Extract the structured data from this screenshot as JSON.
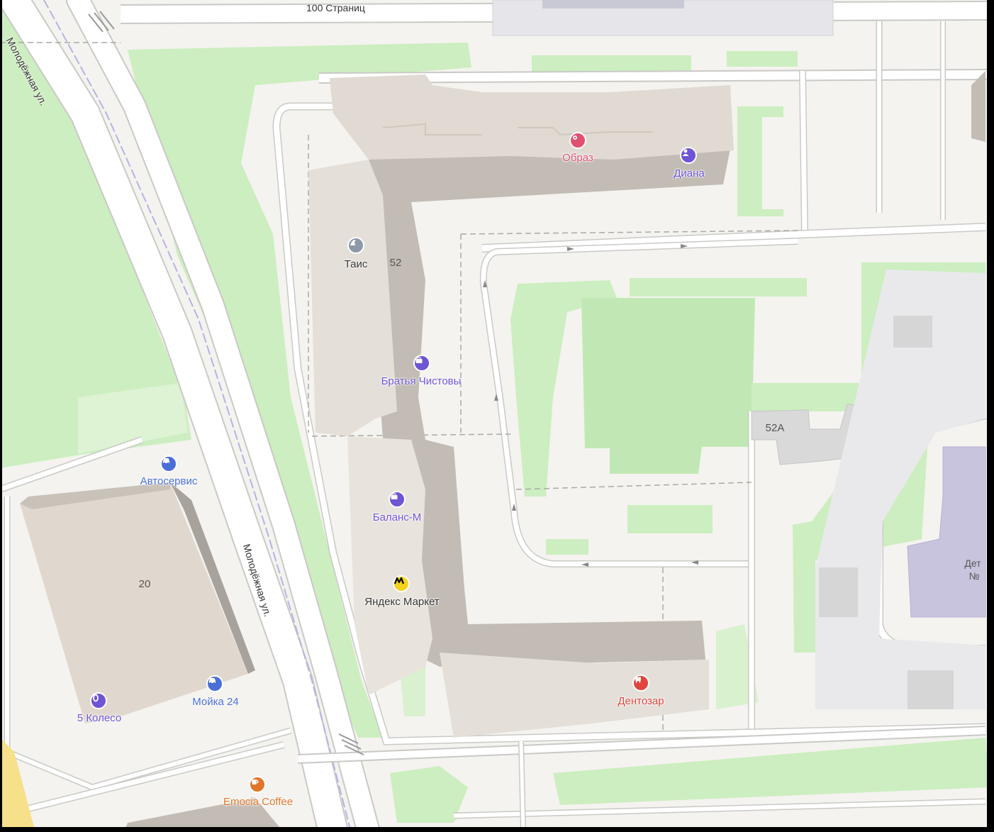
{
  "colors": {
    "ground": "#f4f3ef",
    "road": "#ffffff",
    "road_edge": "#c9c9c6",
    "green": "#cdeec0",
    "green_dark": "#c6e6ba",
    "building": "#e4dfd8",
    "building_roof": "#d9d3cb",
    "building_wall": "#c2bcb5",
    "gray_building": "#d9d9d9",
    "purple_building": "#c8c4de",
    "tram_line": "#b4b4e4",
    "blue": "#4a6fd6",
    "purple": "#6f54d6",
    "pink": "#e25070",
    "red": "#e0463c",
    "orange": "#e0762a",
    "yellow": "#f5d21f"
  },
  "streets": {
    "top": "100 Страниц",
    "upper_left": "Молодёжная ул.",
    "middle": "Молодёжная ул."
  },
  "buildings": {
    "b52": "52",
    "b52a": "52А",
    "b20": "20",
    "partial_right_line1": "Дет",
    "partial_right_line2": "№"
  },
  "pois": [
    {
      "id": "obraz",
      "label": "Образ",
      "icon": "flower-icon",
      "color": "pink"
    },
    {
      "id": "diana",
      "label": "Диана",
      "icon": "person-icon",
      "color": "purple"
    },
    {
      "id": "tais",
      "label": "Таис",
      "icon": "horse-icon",
      "color": "gray"
    },
    {
      "id": "bratya",
      "label": "Братья Чистовы",
      "icon": "briefcase-icon",
      "color": "purple"
    },
    {
      "id": "balans",
      "label": "Баланс-М",
      "icon": "briefcase-icon",
      "color": "purple"
    },
    {
      "id": "market",
      "label": "Яндекс Маркет",
      "icon": "yandex-market-icon",
      "color": "yellow"
    },
    {
      "id": "dentozar",
      "label": "Дентозар",
      "icon": "tooth-icon",
      "color": "red"
    },
    {
      "id": "avtoservis",
      "label": "Автосервис",
      "icon": "car-icon",
      "color": "blue"
    },
    {
      "id": "moyka",
      "label": "Мойка 24",
      "icon": "car-icon",
      "color": "blue"
    },
    {
      "id": "koleso",
      "label": "5 Колесо",
      "icon": "tire-icon",
      "color": "purple"
    },
    {
      "id": "emocia",
      "label": "Emocia Coffee",
      "icon": "coffee-cup-icon",
      "color": "orange"
    }
  ]
}
